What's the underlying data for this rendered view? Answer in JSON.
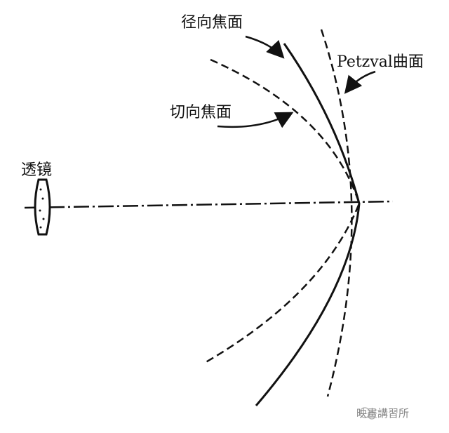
{
  "labels": {
    "radial": "径向焦面",
    "tangential": "切向焦面",
    "petzval": "Petzval曲面",
    "lens": "透镜"
  },
  "watermark": "映畫講習所",
  "colors": {
    "ink": "#111111",
    "watermark": "#888888"
  }
}
